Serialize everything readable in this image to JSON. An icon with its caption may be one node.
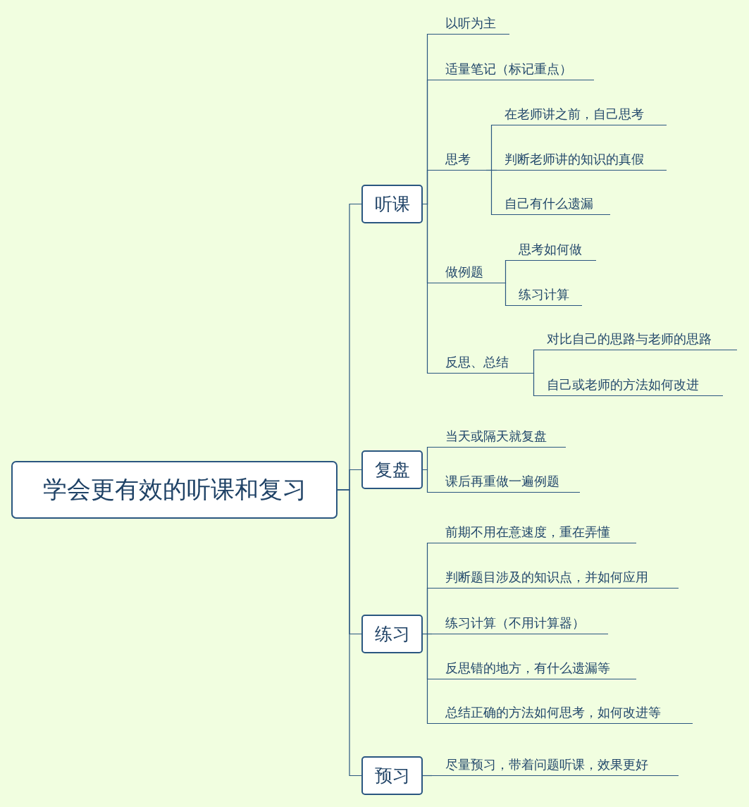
{
  "diagram": {
    "nodes": [
      {
        "text": [
          "学会更有效的听课和复习"
        ]
      },
      {
        "text": [
          "听课"
        ]
      },
      {
        "text": [
          "以听为主"
        ]
      },
      {
        "text": [
          "适量笔记（标记重点）"
        ]
      },
      {
        "text": [
          "思考"
        ]
      },
      {
        "text": [
          "在老师讲之前，自己思考"
        ]
      },
      {
        "text": [
          "判断老师讲的知识的真假"
        ]
      },
      {
        "text": [
          "自己有什么遗漏"
        ]
      },
      {
        "text": [
          "做例题"
        ]
      },
      {
        "text": [
          "思考如何做"
        ]
      },
      {
        "text": [
          "练习计算"
        ]
      },
      {
        "text": [
          "反思、总结"
        ]
      },
      {
        "text": [
          "对比自己的思路与老师的思路"
        ]
      },
      {
        "text": [
          "自己或老师的方法如何改进"
        ]
      },
      {
        "text": [
          "复盘"
        ]
      },
      {
        "text": [
          "当天或隔天就复盘"
        ]
      },
      {
        "text": [
          "课后再重做一遍例题"
        ]
      },
      {
        "text": [
          "练习"
        ]
      },
      {
        "text": [
          "前期不用在意速度，重在弄懂"
        ]
      },
      {
        "text": [
          "判断题目涉及的知识点，并如何应用"
        ]
      },
      {
        "text": [
          "练习计算（不用计算器）"
        ]
      },
      {
        "text": [
          "反思错的地方，有什么遗漏等"
        ]
      },
      {
        "text": [
          "总结正确的方法如何思考，如何改进等"
        ]
      },
      {
        "text": [
          "预习"
        ]
      },
      {
        "text": [
          "尽量预习，带着问题听课，效果更好"
        ]
      }
    ],
    "edges": [
      {
        "from": 0,
        "to": 1,
        "arrow": "none"
      },
      {
        "from": 0,
        "to": 14,
        "arrow": "none"
      },
      {
        "from": 0,
        "to": 17,
        "arrow": "none"
      },
      {
        "from": 0,
        "to": 23,
        "arrow": "none"
      },
      {
        "from": 1,
        "to": 2,
        "arrow": "none"
      },
      {
        "from": 1,
        "to": 3,
        "arrow": "none"
      },
      {
        "from": 1,
        "to": 4,
        "arrow": "none"
      },
      {
        "from": 1,
        "to": 8,
        "arrow": "none"
      },
      {
        "from": 1,
        "to": 11,
        "arrow": "none"
      },
      {
        "from": 4,
        "to": 5,
        "arrow": "none"
      },
      {
        "from": 4,
        "to": 6,
        "arrow": "none"
      },
      {
        "from": 4,
        "to": 7,
        "arrow": "none"
      },
      {
        "from": 8,
        "to": 9,
        "arrow": "none"
      },
      {
        "from": 8,
        "to": 10,
        "arrow": "none"
      },
      {
        "from": 11,
        "to": 12,
        "arrow": "none"
      },
      {
        "from": 11,
        "to": 13,
        "arrow": "none"
      },
      {
        "from": 14,
        "to": 15,
        "arrow": "none"
      },
      {
        "from": 14,
        "to": 16,
        "arrow": "none"
      },
      {
        "from": 17,
        "to": 18,
        "arrow": "none"
      },
      {
        "from": 17,
        "to": 19,
        "arrow": "none"
      },
      {
        "from": 17,
        "to": 20,
        "arrow": "none"
      },
      {
        "from": 17,
        "to": 21,
        "arrow": "none"
      },
      {
        "from": 17,
        "to": 22,
        "arrow": "none"
      },
      {
        "from": 23,
        "to": 24,
        "arrow": "none"
      }
    ]
  }
}
